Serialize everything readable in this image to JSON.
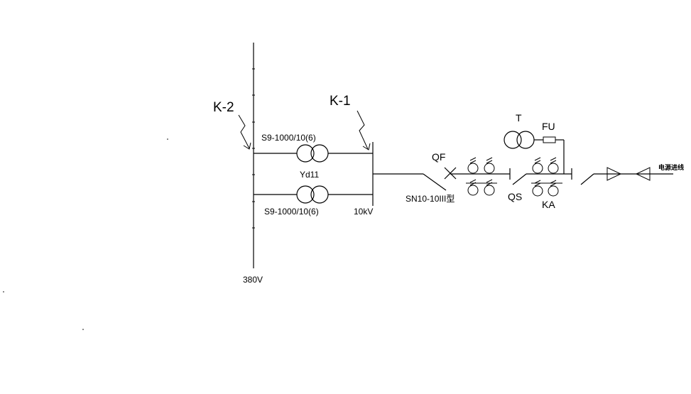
{
  "labels": {
    "k2": "K-2",
    "k1": "K-1",
    "transformer_top": "S9-1000/10(6)",
    "connection_group": "Yd11",
    "transformer_bottom": "S9-1000/10(6)",
    "bus_10kv": "10kV",
    "bus_380v": "380V",
    "qf": "QF",
    "breaker_model": "SN10-10III型",
    "t": "T",
    "fu": "FU",
    "qs": "QS",
    "ka": "KA",
    "incoming_line": "电源进线"
  }
}
